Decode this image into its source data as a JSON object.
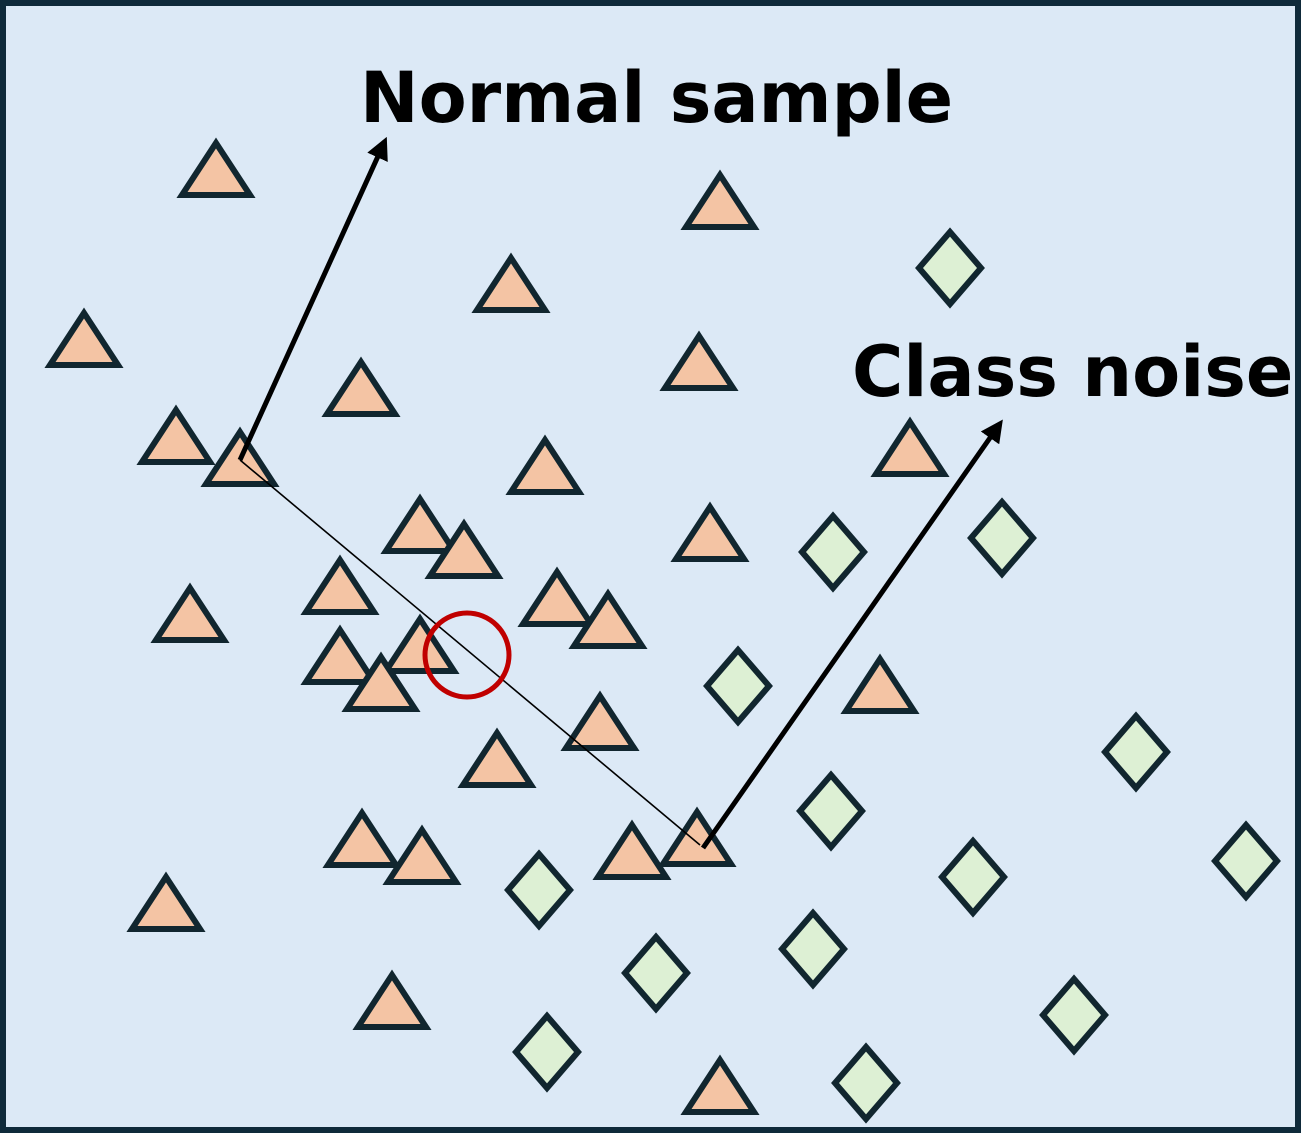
{
  "labels": {
    "normal": "Normal sample",
    "noise": "Class noise"
  },
  "colors": {
    "background": "#dce9f6",
    "border": "#0f2a3a",
    "triangle_fill": "#f4c4a4",
    "diamond_fill": "#ddf0d4",
    "outline": "#11262f",
    "highlight_circle": "#c00000",
    "arrow": "#000000"
  },
  "legend_semantics": {
    "triangle": "class-a-point",
    "diamond": "class-b-point",
    "circle": "midpoint-marker"
  }
}
